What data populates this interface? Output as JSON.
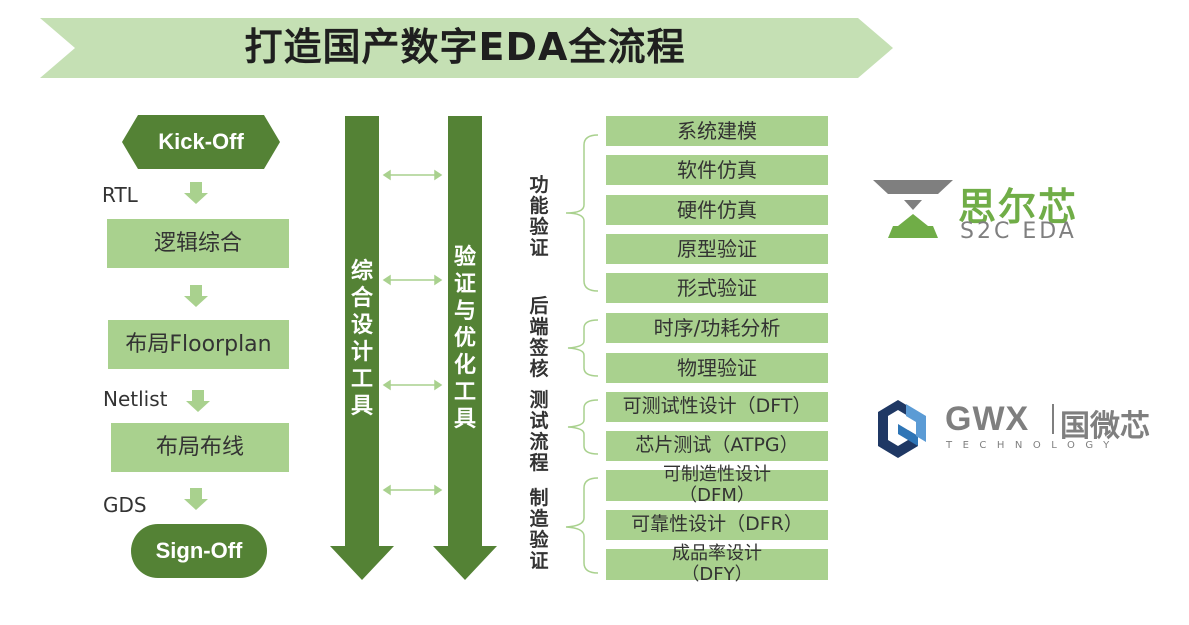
{
  "title": "打造国产数字EDA全流程",
  "flow": {
    "kickoff": "Kick-Off",
    "rtl": "RTL",
    "synthesis": "逻辑综合",
    "floorplan": "布局Floorplan",
    "netlist": "Netlist",
    "place_route": "布局布线",
    "gds": "GDS",
    "signoff": "Sign-Off"
  },
  "columns": {
    "synthesis_tools": "综合设计工具",
    "verification_tools": "验证与优化工具"
  },
  "groups": [
    {
      "label": "功能验证",
      "items": [
        "系统建模",
        "软件仿真",
        "硬件仿真",
        "原型验证",
        "形式验证"
      ]
    },
    {
      "label": "后端签核",
      "items": [
        "时序/功耗分析",
        "物理验证"
      ]
    },
    {
      "label": "测试流程",
      "items": [
        "可测试性设计（DFT）",
        "芯片测试（ATPG）"
      ]
    },
    {
      "label": "制造验证",
      "items": [
        "可制造性设计（DFM）",
        "可靠性设计（DFR）",
        "成品率设计（DFY）"
      ]
    }
  ],
  "logos": {
    "s2c_cn": "思尔芯",
    "s2c_en": "S2C EDA",
    "gwx_en": "GWX",
    "gwx_cn": "国微芯",
    "gwx_tag": "TECHNOLOGY"
  },
  "colors": {
    "banner": "#c5e0b4",
    "dark_green": "#548235",
    "light_green": "#a9d18e",
    "arrow_green": "#a9d18e",
    "s2c_gray": "#7f7f7f",
    "s2c_green": "#70ad47",
    "gwx_blue": "#2e75b6"
  }
}
